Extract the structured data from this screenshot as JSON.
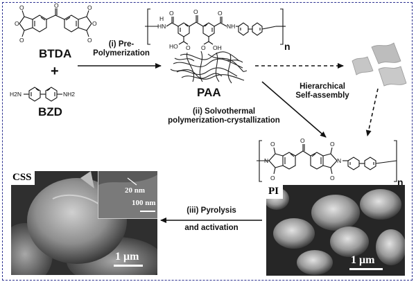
{
  "molecules": {
    "btda": "BTDA",
    "plus": "+",
    "bzd": "BZD",
    "paa": "PAA",
    "repeat_n": "n",
    "atom_o": "O",
    "atom_n": "N",
    "atom_nh": "NH",
    "atom_hn": "HN",
    "atom_n_h": "H",
    "atom_nh2": "NH2",
    "atom_h2n": "H2N",
    "atom_oh": "OH",
    "atom_ho": "HO"
  },
  "steps": {
    "step1_line1": "(i) Pre-",
    "step1_line2": "Polymerization",
    "step2_line1": "(ii) Solvothermal",
    "step2_line2": "polymerization-crystallization",
    "step3_line1": "(iii) Pyrolysis",
    "step3_line2": "and activation",
    "self_assembly_line1": "Hierarchical",
    "self_assembly_line2": "Self-assembly"
  },
  "panels": {
    "css_label": "CSS",
    "pi_label": "PI",
    "css_scale": "1 μm",
    "pi_scale": "1 μm",
    "inset_scale": "100 nm",
    "inset_thickness": "20 nm"
  },
  "colors": {
    "frame": "#2a2f8f",
    "arrow": "#111111",
    "sheet": "#bdbdbd"
  }
}
